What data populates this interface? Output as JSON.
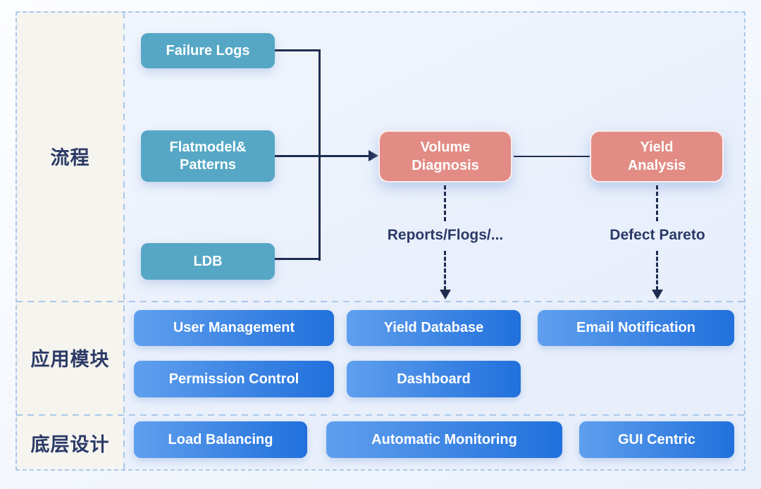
{
  "rail": {
    "rows": [
      {
        "label": "流程"
      },
      {
        "label": "应用模块"
      },
      {
        "label": "底层设计"
      }
    ]
  },
  "process": {
    "sources": [
      {
        "label": "Failure Logs"
      },
      {
        "lines": [
          "Flatmodel&",
          "Patterns"
        ]
      },
      {
        "label": "LDB"
      }
    ],
    "stages": [
      {
        "lines": [
          "Volume",
          "Diagnosis"
        ],
        "output_label": "Reports/Flogs/..."
      },
      {
        "lines": [
          "Yield",
          "Analysis"
        ],
        "output_label": "Defect Pareto"
      }
    ]
  },
  "modules": {
    "items": [
      {
        "label": "User Management"
      },
      {
        "label": "Yield Database"
      },
      {
        "label": "Email Notification"
      },
      {
        "label": "Permission Control"
      },
      {
        "label": "Dashboard"
      }
    ]
  },
  "design": {
    "items": [
      {
        "label": "Load Balancing"
      },
      {
        "label": "Automatic Monitoring"
      },
      {
        "label": "GUI Centric"
      }
    ]
  },
  "palette": {
    "teal": "#55a7c5",
    "salmon": "#e28c85",
    "blue_gradient_start": "#5f9fee",
    "blue_gradient_end": "#2170dc",
    "navy_line": "#1f2c50",
    "dash_border": "#a9c8ea",
    "rail_bg": "#f6f4ef"
  }
}
